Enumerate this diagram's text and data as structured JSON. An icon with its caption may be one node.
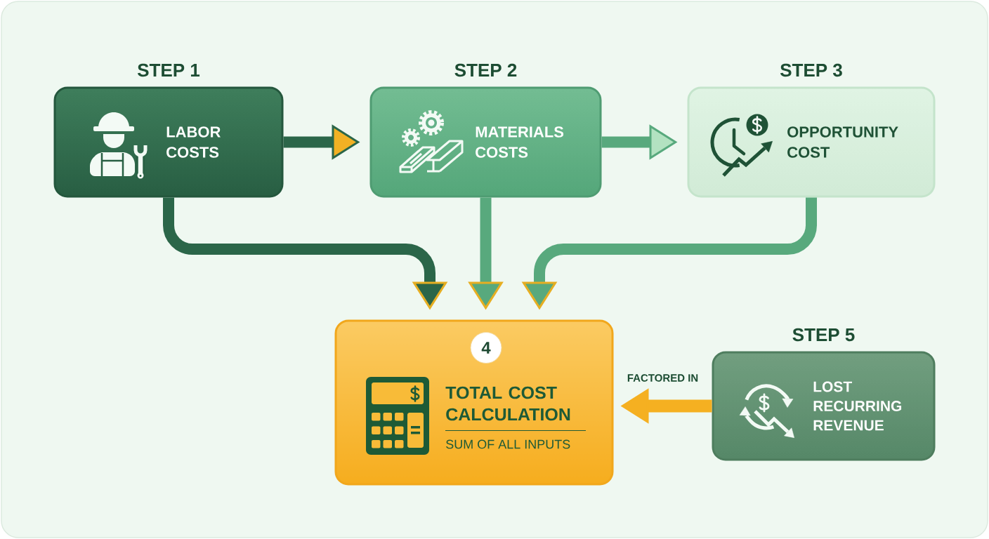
{
  "diagram": {
    "nodes": [
      {
        "text": [
          "STEP 1",
          "LABOR COSTS"
        ]
      },
      {
        "text": [
          "STEP 2",
          "MATERIALS COSTS"
        ]
      },
      {
        "text": [
          "STEP 3",
          "OPPORTUNITY COST"
        ]
      },
      {
        "text": [
          "TOTAL COST CALCULATION",
          "SUM OF ALL INPUTS"
        ]
      },
      {
        "text": [
          "4"
        ],
        "in": 3
      },
      {
        "text": [
          "STEP 5",
          "LOST RECURRING REVENUE"
        ]
      }
    ],
    "edges": [
      {
        "from": 0,
        "to": 1,
        "arrow": "to",
        "color": "#2b6649"
      },
      {
        "from": 1,
        "to": 2,
        "arrow": "to"
      },
      {
        "from": 0,
        "to": 3,
        "arrow": "to",
        "color": "#2b6649"
      },
      {
        "from": 1,
        "to": 3,
        "arrow": "to"
      },
      {
        "from": 2,
        "to": 3,
        "arrow": "to"
      },
      {
        "from": 5,
        "to": 3,
        "arrow": "to",
        "label": "FACTORED IN",
        "color": "#f5b021"
      }
    ]
  }
}
